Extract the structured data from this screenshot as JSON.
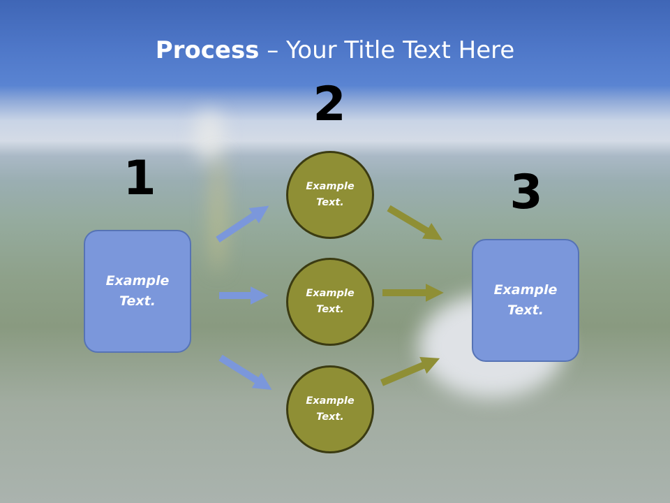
{
  "title": {
    "bold": "Process",
    "rest": " – Your Title Text Here"
  },
  "steps": [
    {
      "number": "1",
      "label": "Example Text."
    },
    {
      "number": "2",
      "labels": [
        "Example Text.",
        "Example Text.",
        "Example Text."
      ]
    },
    {
      "number": "3",
      "label": "Example Text."
    }
  ],
  "colors": {
    "box_fill": "#7b97db",
    "circle_fill": "#8f8f35",
    "arrow_blue": "#7b97db",
    "arrow_olive": "#8f8f35"
  }
}
